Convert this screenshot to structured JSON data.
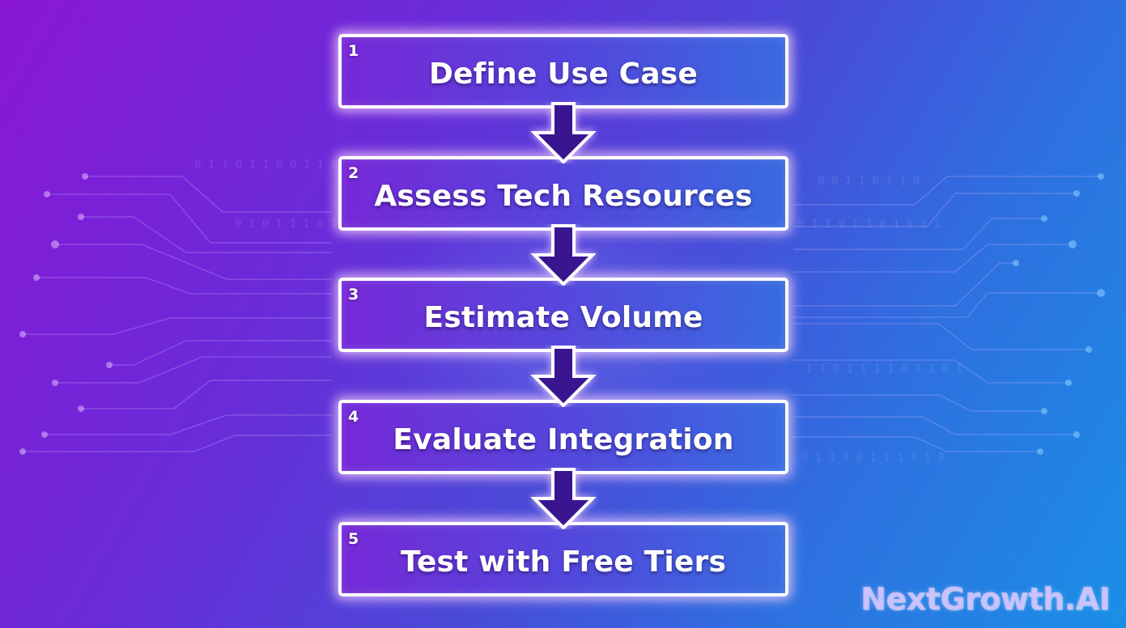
{
  "diagram": {
    "type": "vertical-flowchart",
    "steps": [
      {
        "number": "1",
        "label": "Define Use Case"
      },
      {
        "number": "2",
        "label": "Assess Tech Resources"
      },
      {
        "number": "3",
        "label": "Estimate Volume"
      },
      {
        "number": "4",
        "label": "Evaluate Integration"
      },
      {
        "number": "5",
        "label": "Test with Free Tiers"
      }
    ],
    "connectors": [
      "1->2",
      "2->3",
      "3->4",
      "4->5"
    ]
  },
  "branding": {
    "logo_text": "NextGrowth.AI"
  },
  "colors": {
    "bg_left": "#8a17d6",
    "bg_right": "#1a8fe6",
    "box_border": "#ffffff",
    "arrow_fill": "#3a1590",
    "text": "#ffffff"
  }
}
